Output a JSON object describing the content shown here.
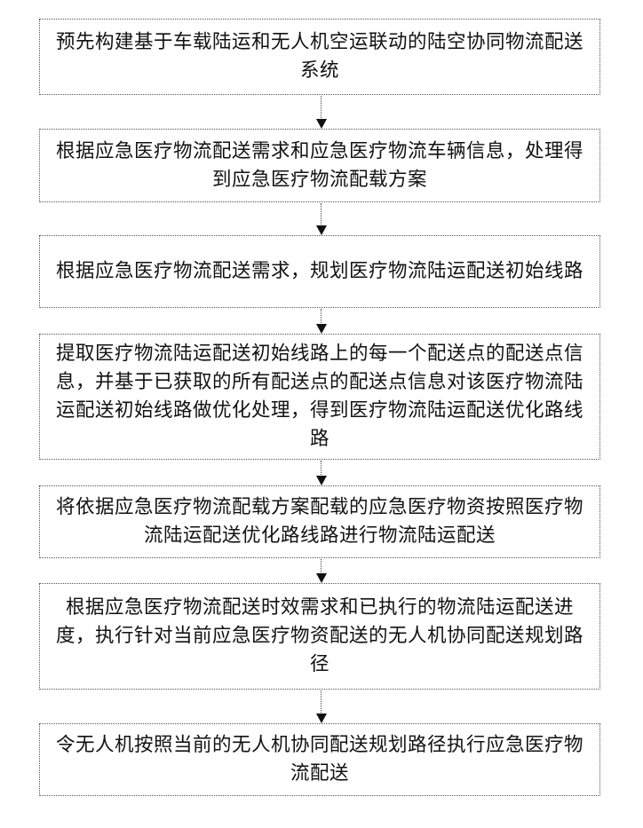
{
  "steps": [
    {
      "text": "预先构建基于车载陆运和无人机空运联动的陆空协同物流配送系统"
    },
    {
      "text": "根据应急医疗物流配送需求和应急医疗物流车辆信息，处理得到应急医疗物流配载方案"
    },
    {
      "text": "根据应急医疗物流配送需求，规划医疗物流陆运配送初始线路"
    },
    {
      "text": "提取医疗物流陆运配送初始线路上的每一个配送点的配送点信息，并基于已获取的所有配送点的配送点信息对该医疗物流陆运配送初始线路做优化处理，得到医疗物流陆运配送优化路线路"
    },
    {
      "text": "将依据应急医疗物流配载方案配载的应急医疗物资按照医疗物流陆运配送优化路线路进行物流陆运配送"
    },
    {
      "text": "根据应急医疗物流配送时效需求和已执行的物流陆运配送进度，执行针对当前应急医疗物资配送的无人机协同配送规划路径"
    },
    {
      "text": "令无人机按照当前的无人机协同配送规划路径执行应急医疗物流配送"
    }
  ]
}
